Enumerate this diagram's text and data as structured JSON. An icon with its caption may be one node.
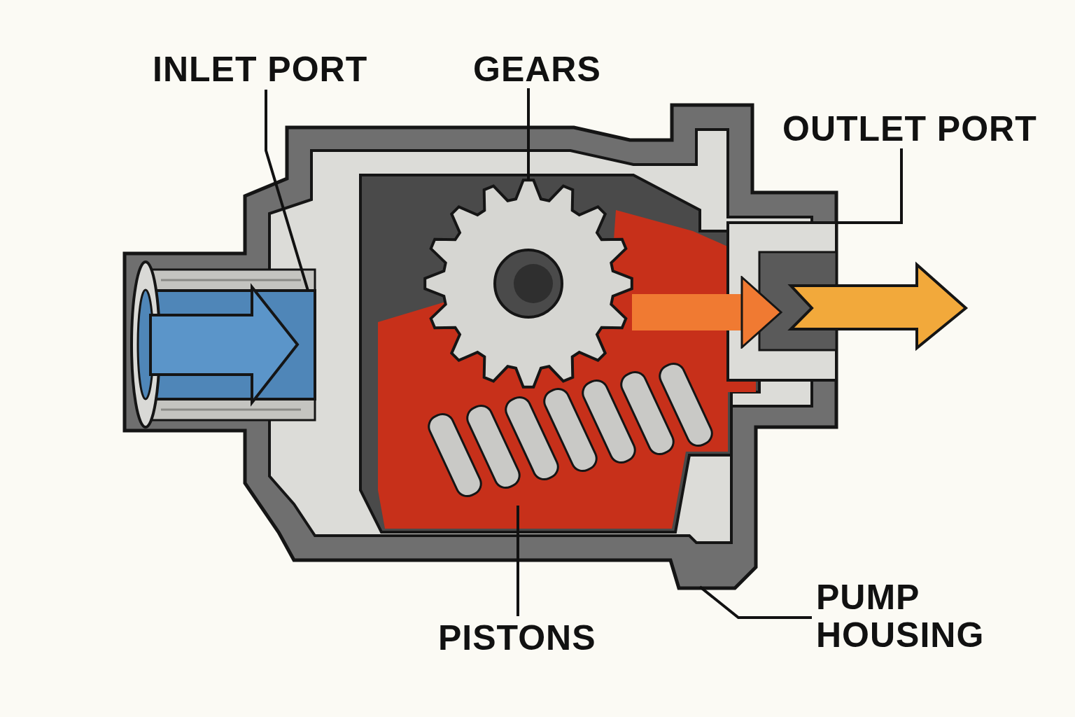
{
  "diagram": {
    "nodes": [
      {
        "text": [
          "INLET PORT"
        ]
      },
      {
        "text": [],
        "shape": "picture",
        "in": 7
      },
      {
        "text": [
          "GEARS"
        ]
      },
      {
        "text": [],
        "shape": "picture",
        "in": 7
      },
      {
        "text": [
          "OUTLET PORT"
        ]
      },
      {
        "text": [],
        "shape": "picture",
        "in": 7
      },
      {
        "text": [
          "PUMP HOUSING"
        ]
      },
      {
        "text": [],
        "shape": "picture"
      },
      {
        "text": [
          "PISTONS"
        ]
      },
      {
        "text": [],
        "shape": "picture",
        "in": 7
      }
    ],
    "edges": [
      {
        "from": 0,
        "to": 1,
        "arrow": "none"
      },
      {
        "from": 2,
        "to": 3,
        "arrow": "none"
      },
      {
        "from": 4,
        "to": 5,
        "arrow": "none"
      },
      {
        "from": 6,
        "to": 7,
        "arrow": "none"
      },
      {
        "from": 8,
        "to": 9,
        "arrow": "none"
      },
      {
        "from": 3,
        "to": 5,
        "arrow": "to",
        "style": "thick",
        "color": "#f07a32"
      }
    ]
  }
}
